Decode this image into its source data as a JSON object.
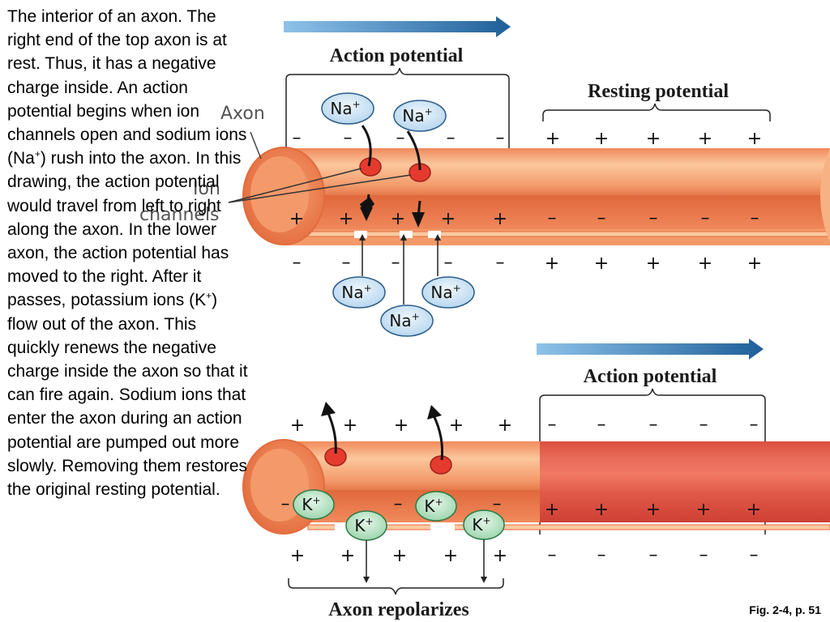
{
  "description": {
    "pre_na": "The interior of an axon. The right end of the top axon is at rest. Thus, it has a negative charge inside. An action potential begins when ion channels open and sodium ions (Na",
    "na_sup": "+",
    "mid": ") rush into the axon. In this drawing, the action potential would travel from left to right along the axon. In the lower axon, the action potential has moved to the right. After it passes, potassium ions (K",
    "k_sup": "+",
    "post": ") flow out of the axon. This quickly renews the negative charge inside the axon so that it can fire again. Sodium ions that enter the axon during an action potential are pumped out more slowly. Removing them restores the original resting potential."
  },
  "top": {
    "action_label": "Action potential",
    "resting_label": "Resting potential",
    "axon_label": "Axon",
    "channels_label_1": "Ion",
    "channels_label_2": "channels",
    "ion_na": "Na",
    "charge": "+",
    "plus": "+",
    "minus": "–"
  },
  "bottom": {
    "action_label": "Action potential",
    "repolarize_label": "Axon repolarizes",
    "ion_k": "K",
    "charge": "+",
    "plus": "+",
    "minus": "–"
  },
  "caption": "Fig. 2-4, p. 51",
  "colors": {
    "axon_outer": "#f2956a",
    "axon_light": "#fbc9a0",
    "axon_inner": "#e8784a",
    "active_region": "#e0443a",
    "na_bubble": "#cfe3f3",
    "k_bubble": "#b7e2c3",
    "arrow_blue": "#1e5f99"
  }
}
